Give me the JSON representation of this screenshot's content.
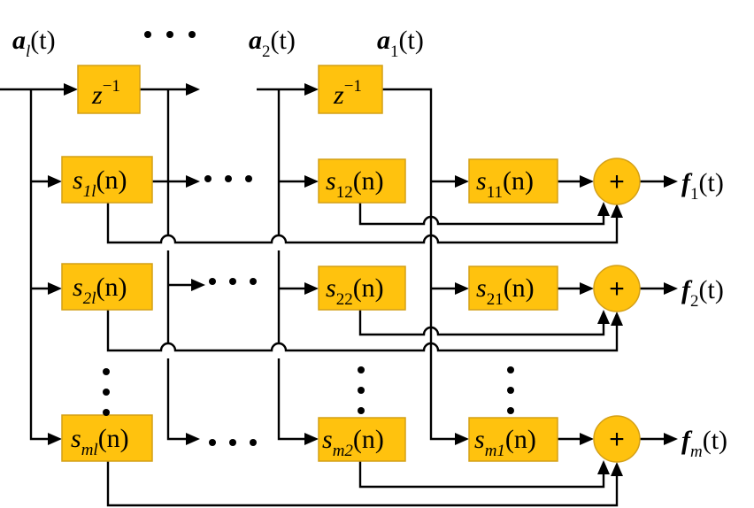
{
  "inputs": {
    "a_l": {
      "sym": "a",
      "sub": "l",
      "arg": "(t)"
    },
    "a_2": {
      "sym": "a",
      "sub": "2",
      "arg": "(t)"
    },
    "a_1": {
      "sym": "a",
      "sub": "1",
      "arg": "(t)"
    }
  },
  "delay": {
    "base": "z",
    "exp": "−1"
  },
  "blocks": {
    "s_1l": {
      "sym": "s",
      "sub": "1l",
      "arg": "(n)"
    },
    "s_12": {
      "sym": "s",
      "sub": "12",
      "arg": "(n)"
    },
    "s_11": {
      "sym": "s",
      "sub": "11",
      "arg": "(n)"
    },
    "s_2l": {
      "sym": "s",
      "sub": "2l",
      "arg": "(n)"
    },
    "s_22": {
      "sym": "s",
      "sub": "22",
      "arg": "(n)"
    },
    "s_21": {
      "sym": "s",
      "sub": "21",
      "arg": "(n)"
    },
    "s_ml": {
      "sym": "s",
      "sub": "ml",
      "arg": "(n)"
    },
    "s_m2": {
      "sym": "s",
      "sub": "m2",
      "arg": "(n)"
    },
    "s_m1": {
      "sym": "s",
      "sub": "m1",
      "arg": "(n)"
    }
  },
  "adder": {
    "symbol": "+"
  },
  "outputs": {
    "f_1": {
      "sym": "f",
      "sub": "1",
      "arg": "(t)"
    },
    "f_2": {
      "sym": "f",
      "sub": "2",
      "arg": "(t)"
    },
    "f_m": {
      "sym": "f",
      "sub": "m",
      "arg": "(t)"
    }
  },
  "ellipsis": "• • •"
}
